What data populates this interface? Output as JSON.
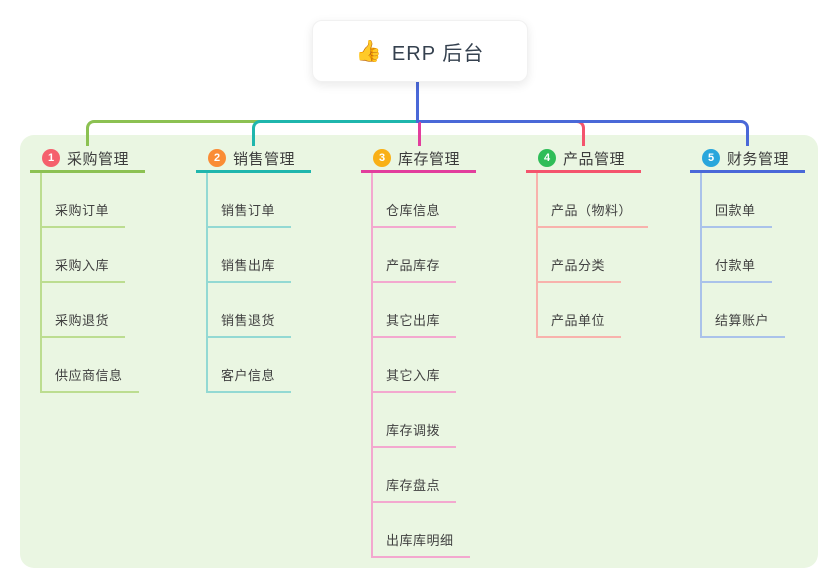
{
  "root": {
    "emoji": "👍",
    "label": "ERP 后台",
    "line_color": "#4a68d8"
  },
  "branches": [
    {
      "number": "1",
      "title": "采购管理",
      "color": "#8cc152",
      "light_color": "#bcdd90",
      "circle_color": "#f5606d",
      "children": [
        "采购订单",
        "采购入库",
        "采购退货",
        "供应商信息"
      ]
    },
    {
      "number": "2",
      "title": "销售管理",
      "color": "#1fb6ad",
      "light_color": "#93d9d3",
      "circle_color": "#fa8c35",
      "children": [
        "销售订单",
        "销售出库",
        "销售退货",
        "客户信息"
      ]
    },
    {
      "number": "3",
      "title": "库存管理",
      "color": "#e23e9d",
      "light_color": "#f3a8cf",
      "circle_color": "#f9b016",
      "children": [
        "仓库信息",
        "产品库存",
        "其它出库",
        "其它入库",
        "库存调拨",
        "库存盘点",
        "出库库明细"
      ]
    },
    {
      "number": "4",
      "title": "产品管理",
      "color": "#f4546d",
      "light_color": "#f8b2ac",
      "circle_color": "#2fbd58",
      "children": [
        "产品（物料）",
        "产品分类",
        "产品单位"
      ]
    },
    {
      "number": "5",
      "title": "财务管理",
      "color": "#4a68d8",
      "light_color": "#aac2ea",
      "circle_color": "#29a6dc",
      "children": [
        "回款单",
        "付款单",
        "结算账户"
      ]
    }
  ]
}
